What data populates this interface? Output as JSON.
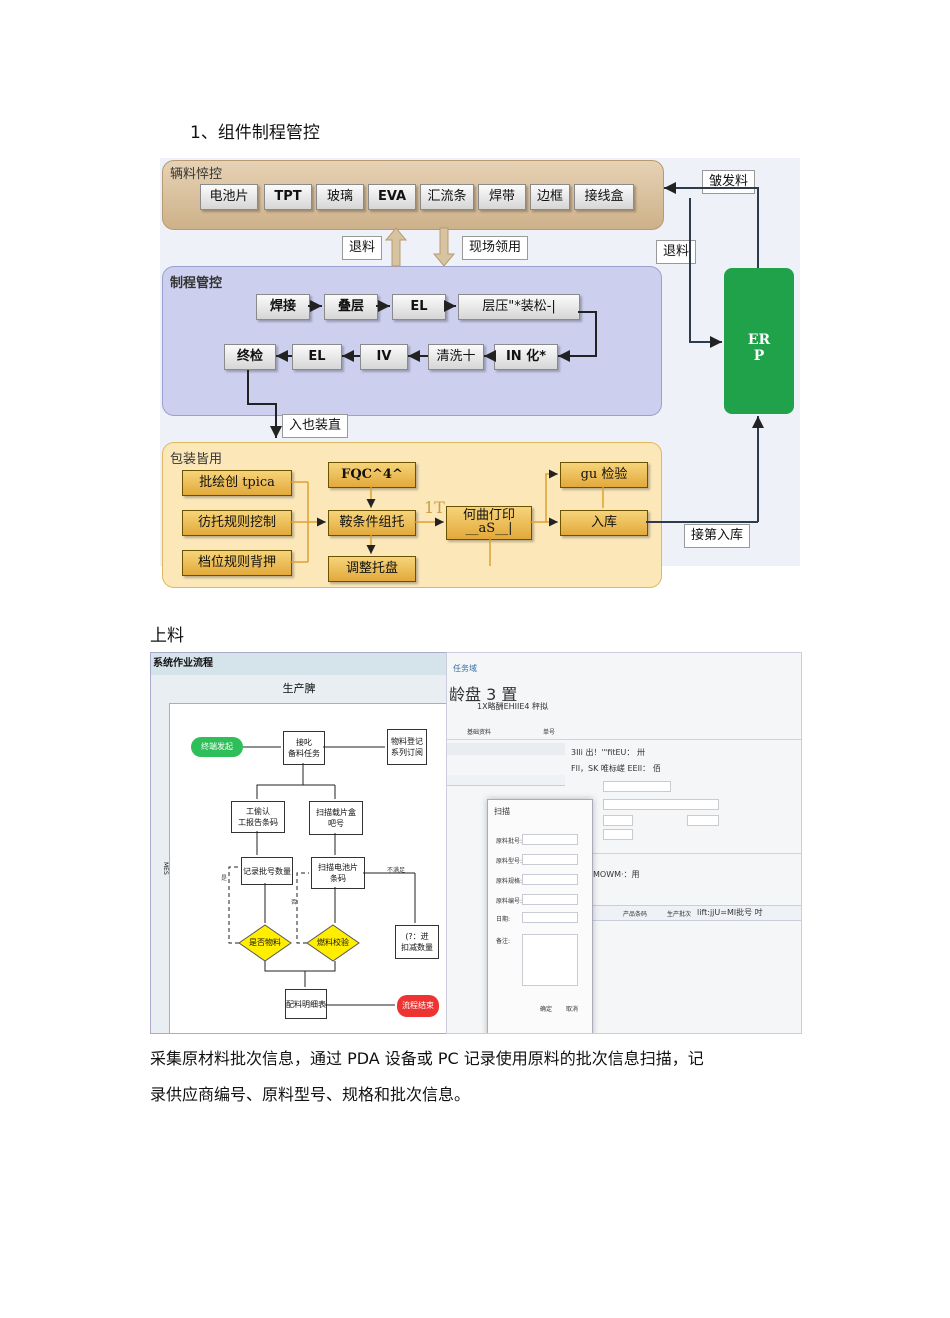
{
  "section1": {
    "heading": "1、组件制程管控",
    "diagram": {
      "top_panel_title": "辆料悴控",
      "materials": [
        "电池片",
        "TPT",
        "玻璃",
        "EVA",
        "汇流条",
        "焊带",
        "边框",
        "接线盒"
      ],
      "return_label": "退料",
      "pickup_label": "现场领用",
      "process_panel_title": "制程管控",
      "process_row1": [
        "焊接",
        "叠层",
        "EL",
        "层压\"*装松-|"
      ],
      "process_row2": [
        "终检",
        "EL",
        "IV",
        "清洗十",
        "IN 化*"
      ],
      "erp_label": "ER\nP",
      "erp_line1": "ER",
      "erp_line2": "P",
      "dispatch_label": "皱发料",
      "erp_return_label": "退料",
      "to_pack_label": "入也装直",
      "pack_panel_title": "包装皆用",
      "pack_left": [
        "批绘创 tpica",
        "彷托规则挖制",
        "档位规则背押"
      ],
      "fqc": "FQC^4^",
      "assemble": "鞍条件组托",
      "adjust": "调整托盘",
      "print_line1": "何曲仃印",
      "print_line2": "__aS__|",
      "print_prefix": "1T",
      "gu_check": "gu 检验",
      "storage": "入库",
      "receive_label": "接第入库"
    }
  },
  "section2": {
    "heading": "上料",
    "flow": {
      "header": "系统作业流程",
      "lane_title": "生产脾",
      "lane_side": "MES",
      "start": "终端发起",
      "task": "接叱\n备料任务",
      "doc": "物料登记\n系列订阅",
      "confirm": "工偷认\n工报告条码",
      "scan1": "扫描载片盒\n吧号",
      "record": "记录批号数量",
      "scan2": "扫描电池片\n条码",
      "check1": "是否物料",
      "check2": "燃料校验",
      "note": "(?：迸\n扣减数量",
      "end_doc": "配料明细表",
      "end": "流程结束",
      "side_yes": "是",
      "side_no": "否",
      "edge_note": "不满足"
    },
    "screenshot": {
      "tab": "任务域",
      "toolbar_title": "龄盘 3 置",
      "toolbar_sub": "1X略酬EHIIE4 秤拟",
      "col1": "基础资料",
      "col2": "单号",
      "info1": "3Ili 出！'\"fitEU： 卅",
      "info2": "Fll，SK 唯标嵯 EEIl：   佰",
      "side_label": "MOWM·：用",
      "bottom_cols": [
        "产品条码",
        "生产批次",
        "lift:jjU=Ml批号 吋"
      ],
      "dialog_title": "扫描",
      "dialog_fields": [
        "原料批号:",
        "原料型号:",
        "原料规格:",
        "原料编号:",
        "日期:",
        "备注:"
      ],
      "ok": "确定",
      "cancel": "取消"
    }
  },
  "paragraph": {
    "line1": "采集原材料批次信息，通过 PDA 设备或 PC 记录使用原料的批次信息扫描，记",
    "line2": "录供应商编号、原料型号、规格和批次信息。"
  }
}
